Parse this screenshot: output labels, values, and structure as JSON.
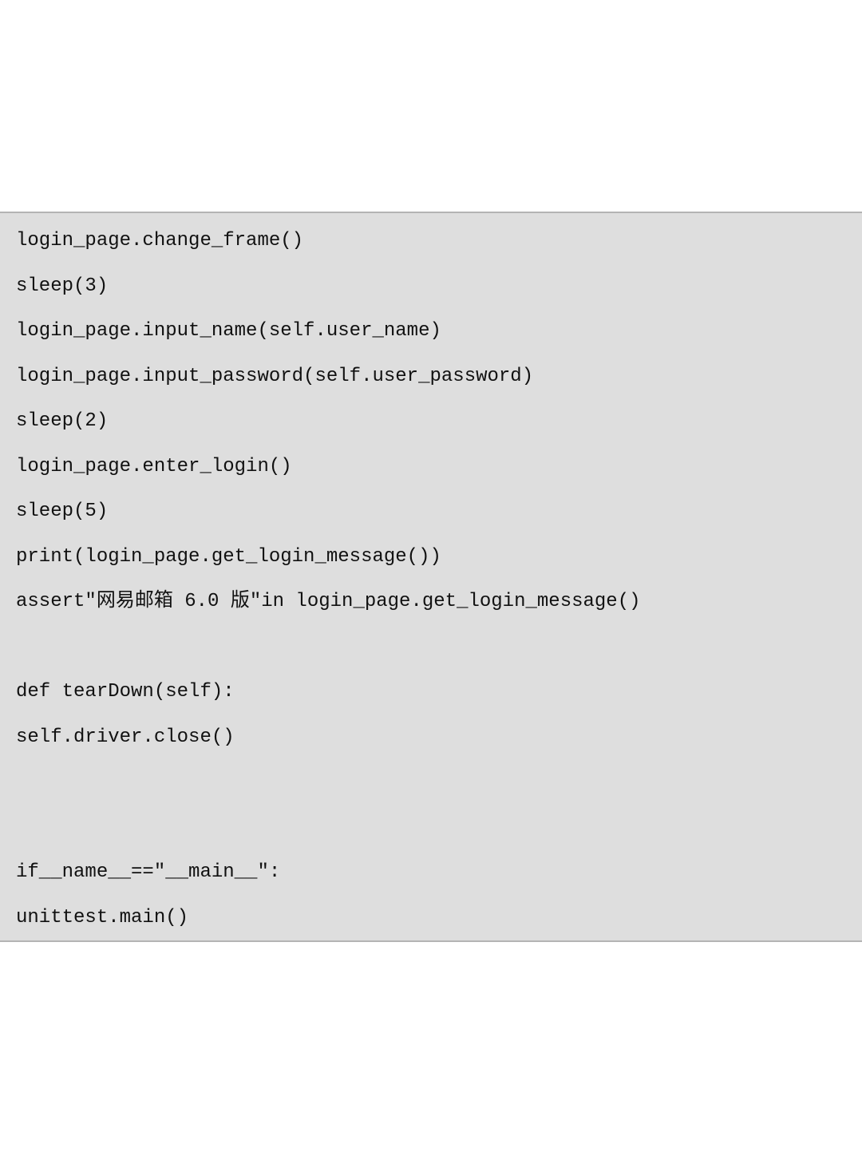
{
  "code": {
    "lines": [
      "login_page.change_frame()",
      "sleep(3)",
      "login_page.input_name(self.user_name)",
      "login_page.input_password(self.user_password)",
      "sleep(2)",
      "login_page.enter_login()",
      "sleep(5)",
      "print(login_page.get_login_message())",
      "assert\"网易邮箱 6.0 版\"in login_page.get_login_message()",
      "",
      "def tearDown(self):",
      "self.driver.close()",
      "",
      "",
      "if__name__==\"__main__\":",
      "unittest.main()"
    ]
  }
}
